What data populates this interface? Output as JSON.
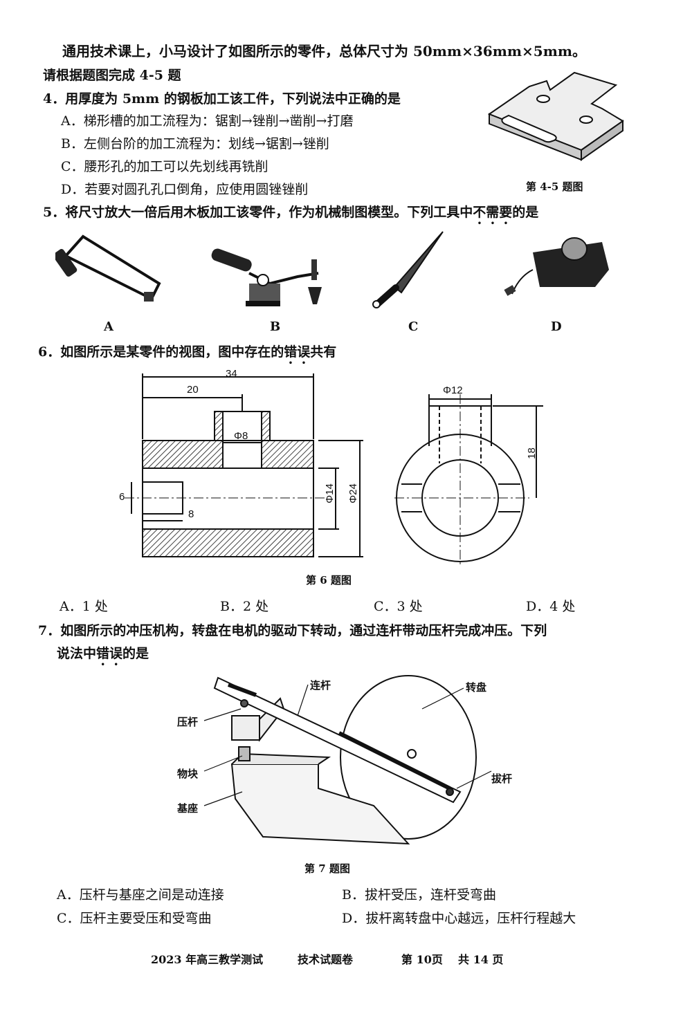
{
  "intro": {
    "line1": "通用技术课上，小马设计了如图所示的零件，总体尺寸为 50mm×36mm×5mm。",
    "line2": "请根据题图完成 4-5 题"
  },
  "q4": {
    "stem": "4．用厚度为 5mm 的钢板加工该工件，下列说法中正确的是",
    "options": [
      "A．梯形槽的加工流程为：锯割→锉削→凿削→打磨",
      "B．左侧台阶的加工流程为：划线→锯割→锉削",
      "C．腰形孔的加工可以先划线再铣削",
      "D．若要对圆孔孔口倒角，应使用圆锉锉削"
    ],
    "figure_caption": "第 4-5 题图"
  },
  "q5": {
    "stem_before": "5．将尺寸放大一倍后用木板加工该零件，作为机械制图模型。下列工具中",
    "stem_emph": "不需要",
    "stem_after": "的是",
    "tool_labels": [
      "A",
      "B",
      "C",
      "D"
    ]
  },
  "q6": {
    "stem_before": "6．如图所示是某零件的视图，图中存在的",
    "stem_emph": "错误",
    "stem_after": "共有",
    "dims": {
      "overall_width": "34",
      "offset": "20",
      "hole_dia": "Φ8",
      "bore_height": "6",
      "bore_depth": "8",
      "inner_dia": "Φ14",
      "outer_dia": "Φ24",
      "side_dia": "Φ12",
      "side_height": "18"
    },
    "figure_caption": "第 6 题图",
    "options": [
      "A．1 处",
      "B．2 处",
      "C．3 处",
      "D．4 处"
    ]
  },
  "q7": {
    "stem_line1": "7．如图所示的冲压机构，转盘在电机的驱动下转动，通过连杆带动压杆完成冲压。下列",
    "stem_line2_before": "说法中",
    "stem_line2_emph": "错误",
    "stem_line2_after": "的是",
    "labels": {
      "connecting_rod": "连杆",
      "turntable": "转盘",
      "press_rod": "压杆",
      "block": "物块",
      "pin": "拔杆",
      "base": "基座"
    },
    "figure_caption": "第 7 题图",
    "options": [
      "A．压杆与基座之间是动连接",
      "B．拔杆受压，连杆受弯曲",
      "C．压杆主要受压和受弯曲",
      "D．拔杆离转盘中心越远，压杆行程越大"
    ]
  },
  "footer": {
    "exam": "2023 年高三教学测试",
    "paper": "技术试题卷",
    "page": "第 10页",
    "total": "共 14 页"
  }
}
